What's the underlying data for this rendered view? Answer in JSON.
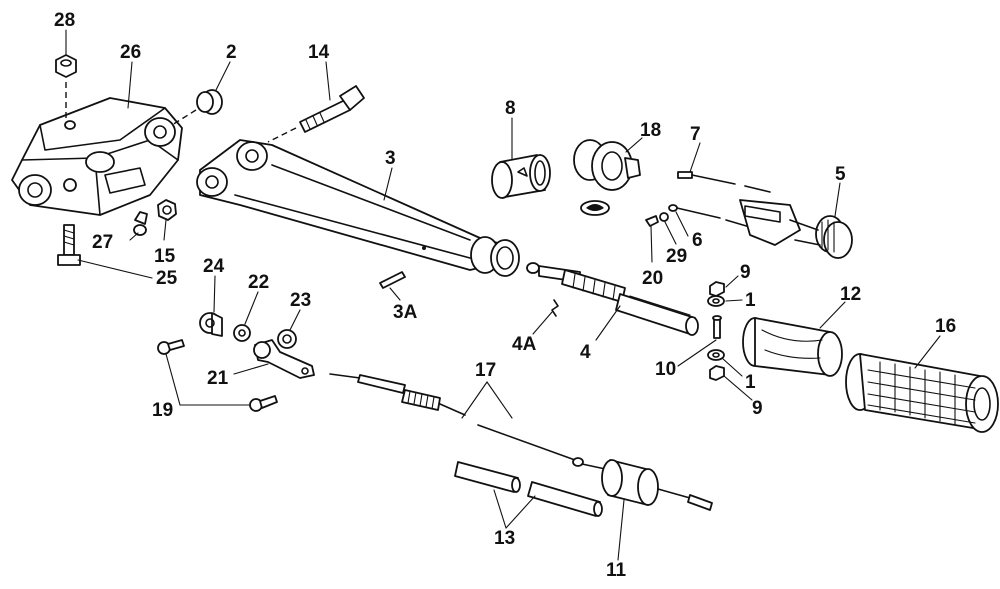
{
  "callouts": [
    {
      "id": "28",
      "text": "28"
    },
    {
      "id": "26",
      "text": "26"
    },
    {
      "id": "2",
      "text": "2"
    },
    {
      "id": "14",
      "text": "14"
    },
    {
      "id": "3",
      "text": "3"
    },
    {
      "id": "8",
      "text": "8"
    },
    {
      "id": "18",
      "text": "18"
    },
    {
      "id": "7",
      "text": "7"
    },
    {
      "id": "5",
      "text": "5"
    },
    {
      "id": "27",
      "text": "27"
    },
    {
      "id": "15",
      "text": "15"
    },
    {
      "id": "25",
      "text": "25"
    },
    {
      "id": "6",
      "text": "6"
    },
    {
      "id": "20",
      "text": "20"
    },
    {
      "id": "29",
      "text": "29"
    },
    {
      "id": "9a",
      "text": "9"
    },
    {
      "id": "1a",
      "text": "1"
    },
    {
      "id": "12",
      "text": "12"
    },
    {
      "id": "16",
      "text": "16"
    },
    {
      "id": "3A",
      "text": "3A"
    },
    {
      "id": "4A",
      "text": "4A"
    },
    {
      "id": "4",
      "text": "4"
    },
    {
      "id": "10",
      "text": "10"
    },
    {
      "id": "1b",
      "text": "1"
    },
    {
      "id": "9b",
      "text": "9"
    },
    {
      "id": "24",
      "text": "24"
    },
    {
      "id": "22",
      "text": "22"
    },
    {
      "id": "23",
      "text": "23"
    },
    {
      "id": "21",
      "text": "21"
    },
    {
      "id": "19",
      "text": "19"
    },
    {
      "id": "17",
      "text": "17"
    },
    {
      "id": "13",
      "text": "13"
    },
    {
      "id": "11",
      "text": "11"
    }
  ]
}
